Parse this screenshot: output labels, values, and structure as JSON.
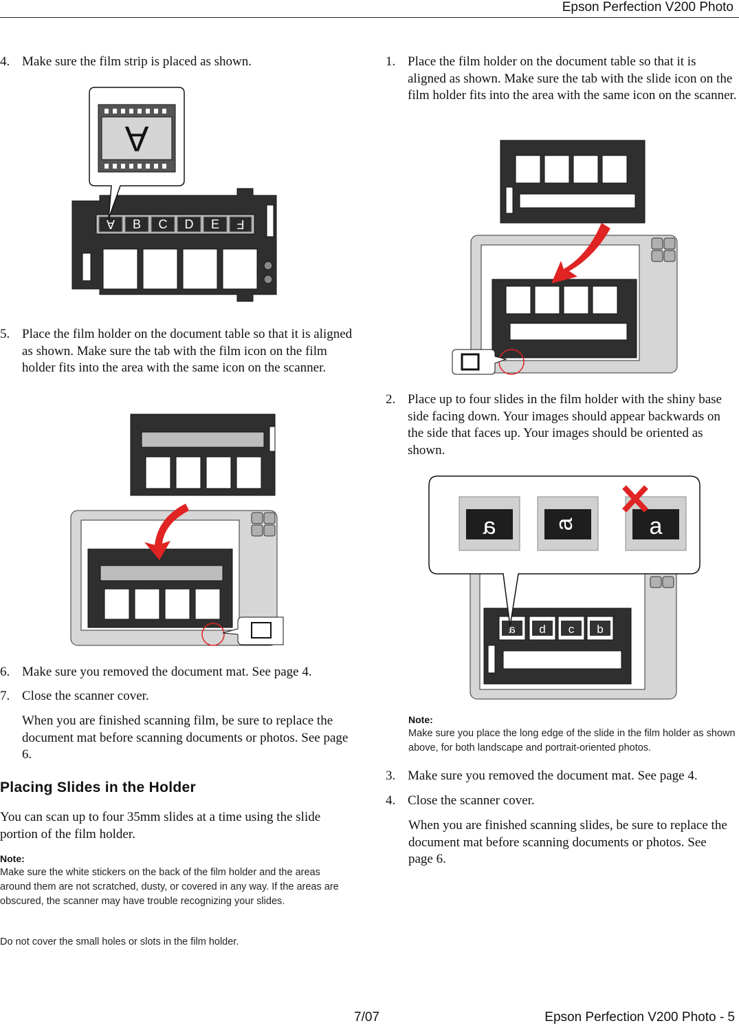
{
  "header": {
    "title": "Epson Perfection V200 Photo"
  },
  "left": {
    "step4": {
      "num": "4.",
      "text": "Make sure the film strip is placed as shown."
    },
    "step5": {
      "num": "5.",
      "text": "Place the film holder on the document table so that it is aligned as shown. Make sure the tab with the film icon on the film holder fits into the area with the same icon on the scanner."
    },
    "step6": {
      "num": "6.",
      "text": "Make sure you removed the document mat. See page 4."
    },
    "step7": {
      "num": "7.",
      "text": "Close the scanner cover."
    },
    "step7_para": "When you are finished scanning film, be sure to replace the document mat before scanning documents or photos. See page 6.",
    "section_heading": "Placing Slides in the Holder",
    "intro": "You can scan up to four 35mm slides at a time using the slide portion of the film holder.",
    "note_label": "Note:",
    "note_text1": "Make sure the white stickers on the back of the film holder and the areas around them are not scratched, dusty, or covered in any way. If the areas are obscured, the scanner may have trouble recognizing your slides.",
    "note_text2": "Do not cover the small holes or slots in the film holder.",
    "film_letters": [
      "A",
      "B",
      "C",
      "D",
      "E",
      "F"
    ],
    "callout_letter": "A"
  },
  "right": {
    "step1": {
      "num": "1.",
      "text": "Place the film holder on the document table so that it is aligned as shown. Make sure the tab with the slide icon on the film holder fits into the area with the same icon on the scanner."
    },
    "step2": {
      "num": "2.",
      "text": "Place up to four slides in the film holder with the shiny base side facing down. Your images should appear backwards on the side that faces up. Your images should be oriented as shown."
    },
    "note_label": "Note:",
    "note_text": "Make sure you place the long edge of the slide in the film holder as shown above, for both landscape and portrait-oriented photos.",
    "step3": {
      "num": "3.",
      "text": "Make sure you removed the document mat. See page 4."
    },
    "step4": {
      "num": "4.",
      "text": "Close the scanner cover."
    },
    "step4_para": "When you are finished scanning slides, be sure to replace the document mat before scanning documents or photos. See page 6.",
    "slide_examples": [
      "a",
      "a",
      "a"
    ],
    "slide_letters": [
      "a",
      "b",
      "c",
      "d"
    ]
  },
  "footer": {
    "date": "7/07",
    "page_label": "Epson Perfection V200 Photo - 5"
  },
  "colors": {
    "arrow": "#e02323",
    "holder": "#2f2f2f",
    "scanner_bed": "#d6d6d6"
  }
}
